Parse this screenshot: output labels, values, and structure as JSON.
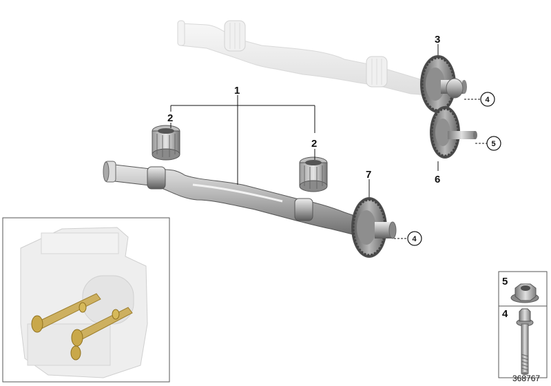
{
  "diagram": {
    "callouts": {
      "c1": "1",
      "c2a": "2",
      "c2b": "2",
      "c3": "3",
      "c6": "6",
      "c7": "7"
    },
    "circled": {
      "top_bolt": "4",
      "top_nut": "5",
      "mid_bolt": "4"
    },
    "legend": [
      {
        "number": "5",
        "part_icon": "flange-nut-icon"
      },
      {
        "number": "4",
        "part_icon": "hex-bolt-icon"
      }
    ],
    "inset_icon": "engine-block-overview-icon",
    "document_number": "368767",
    "colors": {
      "metal_light": "#d4d4d4",
      "metal_mid": "#a8a8a8",
      "metal_dark": "#6a6a6a",
      "ghost": "#ededed",
      "brass": "#c9a84a"
    }
  }
}
